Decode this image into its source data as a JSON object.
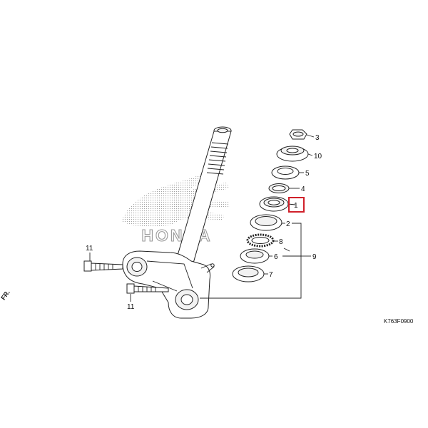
{
  "diagram": {
    "part_labels": {
      "nut_top": "3",
      "nut_adjust": "10",
      "washer": "5",
      "race_top": "4",
      "cone_top": "1",
      "ring_upper": "2",
      "bearing_balls": "8",
      "race_set": "6",
      "race_bottom": "7",
      "set_group": "9",
      "bolt_upper": "11",
      "bolt_lower": "11"
    },
    "highlighted_part": "1",
    "watermark_text": "HONDA",
    "front_marker": "FR.",
    "drawing_code": "K763F0900",
    "colors": {
      "line": "#222222",
      "highlight": "#d0202a",
      "watermark": "#9a9a9a"
    }
  }
}
